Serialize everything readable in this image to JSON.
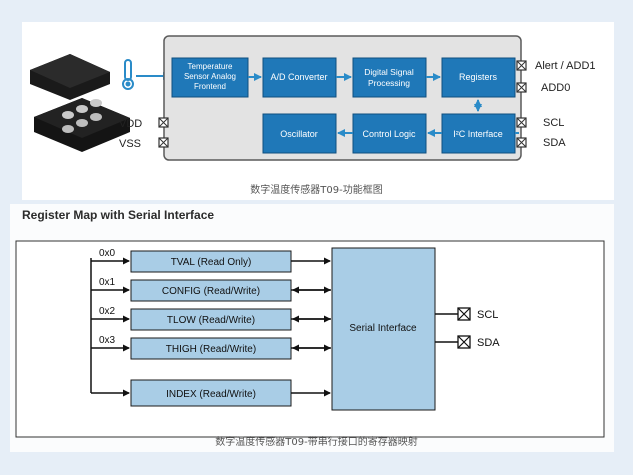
{
  "block_diagram": {
    "blocks": {
      "temp_sensor": [
        "Temperature",
        "Sensor Analog",
        "Frontend"
      ],
      "adc": "A/D Converter",
      "dsp": [
        "Digital Signal",
        "Processing"
      ],
      "registers": "Registers",
      "oscillator": "Oscillator",
      "control_logic": "Control Logic",
      "i2c_interface": "I²C Interface"
    },
    "pins": {
      "vdd": "VDD",
      "vss": "VSS",
      "alert": "Alert / ADD1",
      "add0": "ADD0",
      "scl": "SCL",
      "sda": "SDA"
    },
    "caption": "数字温度传感器T09-功能框图"
  },
  "register_map": {
    "title": "Register Map with Serial Interface",
    "addresses": [
      "0x0",
      "0x1",
      "0x2",
      "0x3"
    ],
    "registers": [
      "TVAL (Read Only)",
      "CONFIG (Read/Write)",
      "TLOW (Read/Write)",
      "THIGH (Read/Write)",
      "INDEX (Read/Write)"
    ],
    "serial_interface": "Serial Interface",
    "pins": {
      "scl": "SCL",
      "sda": "SDA"
    },
    "caption": "数字温度传感器T09-带串行接口的寄存器映射"
  },
  "colors": {
    "block_fill": "#1f78b8",
    "block_border": "#0f4f7f",
    "chip_bg": "#e3e3e3",
    "reg_fill": "#a9cde6",
    "arrow": "#2a8bc8"
  }
}
